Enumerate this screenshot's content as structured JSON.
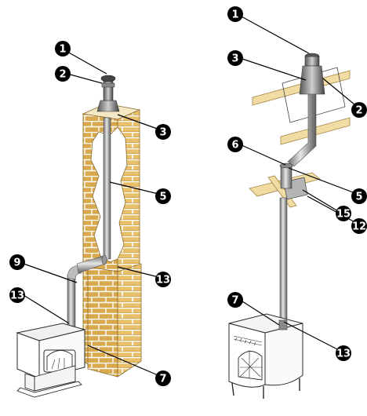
{
  "colors": {
    "brick": "#e9c06a",
    "brick_mortar": "#ffffff",
    "brick_line": "#b98a3a",
    "stone_void": "#ffffff",
    "pipe_light": "#d8d8d8",
    "pipe_dark": "#6f6f6f",
    "wood": "#f1dca4",
    "wood_edge": "#a38344",
    "stove_body": "#ffffff",
    "stove_line": "#2b2b2b",
    "callout_bg": "#000000",
    "callout_text": "#ffffff"
  },
  "left_diagram": {
    "callouts": [
      "1",
      "2",
      "3",
      "5",
      "9",
      "13",
      "13",
      "7"
    ]
  },
  "right_diagram": {
    "callouts": [
      "1",
      "3",
      "2",
      "6",
      "5",
      "15",
      "12",
      "7",
      "13"
    ]
  }
}
